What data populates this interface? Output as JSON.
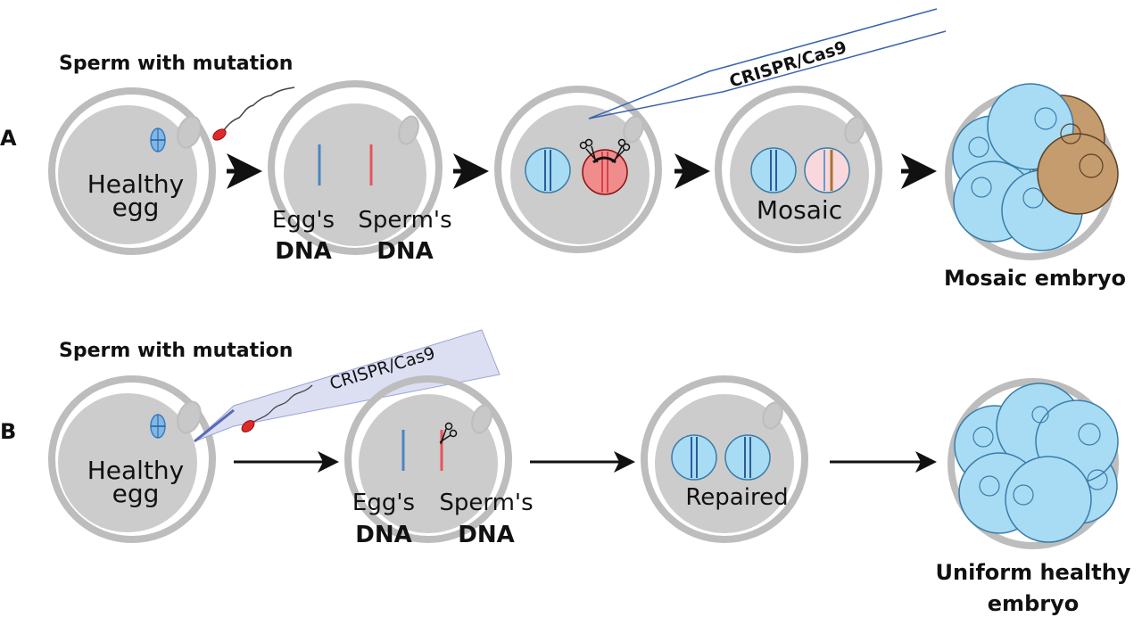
{
  "colors": {
    "zona": "#bdbdbd",
    "cytoplasm": "#cccccc",
    "egg_dna": "#4a86c0",
    "sperm_dna": "#e8535b",
    "healthy_cell": "#a8dcf5",
    "healthy_cell_border": "#3a7ca8",
    "mutant_cell": "#c59c6e",
    "mutant_cell_border": "#5a4028",
    "needle": "#3a64b0",
    "pronucleus_red": "#f08c8c",
    "pronucleus_pink": "#f8d8dc",
    "mosaic_band": "#a8742c"
  },
  "panel_a": {
    "label": "A",
    "sperm_title": "Sperm with mutation",
    "egg_label_line1": "Healthy",
    "egg_label_line2": "egg",
    "egg_dna_line1": "Egg's",
    "egg_dna_line2": "DNA",
    "sperm_dna_line1": "Sperm's",
    "sperm_dna_line2": "DNA",
    "needle_label": "CRISPR/Cas9",
    "mosaic_label": "Mosaic",
    "result_label": "Mosaic embryo"
  },
  "panel_b": {
    "label": "B",
    "sperm_title": "Sperm with mutation",
    "egg_label_line1": "Healthy",
    "egg_label_line2": "egg",
    "needle_label": "CRISPR/Cas9",
    "egg_dna_line1": "Egg's",
    "egg_dna_line2": "DNA",
    "sperm_dna_line1": "Sperm's",
    "sperm_dna_line2": "DNA",
    "repaired_label": "Repaired",
    "result_line1": "Uniform healthy",
    "result_line2": "embryo"
  }
}
